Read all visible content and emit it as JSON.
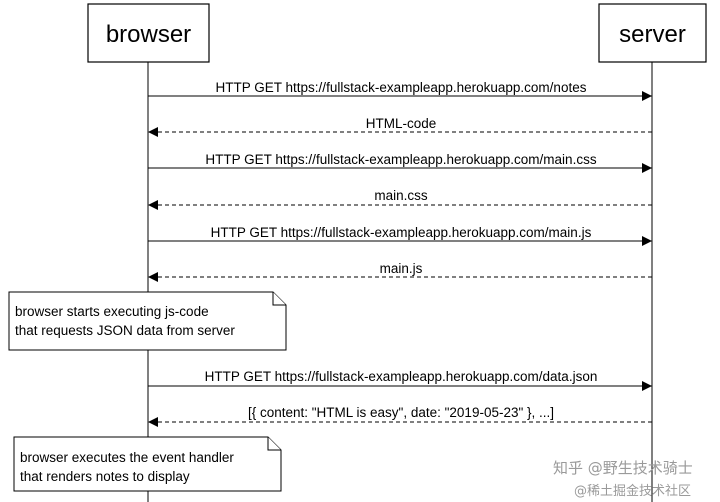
{
  "actors": {
    "browser": "browser",
    "server": "server"
  },
  "messages": [
    {
      "label": "HTTP GET https://fullstack-exampleapp.herokuapp.com/notes",
      "direction": "to-server",
      "style": "solid"
    },
    {
      "label": "HTML-code",
      "direction": "to-browser",
      "style": "dashed"
    },
    {
      "label": "HTTP GET https://fullstack-exampleapp.herokuapp.com/main.css",
      "direction": "to-server",
      "style": "solid"
    },
    {
      "label": "main.css",
      "direction": "to-browser",
      "style": "dashed"
    },
    {
      "label": "HTTP GET https://fullstack-exampleapp.herokuapp.com/main.js",
      "direction": "to-server",
      "style": "solid"
    },
    {
      "label": "main.js",
      "direction": "to-browser",
      "style": "dashed"
    },
    {
      "label": "HTTP GET https://fullstack-exampleapp.herokuapp.com/data.json",
      "direction": "to-server",
      "style": "solid"
    },
    {
      "label": "[{ content: \"HTML is easy\", date: \"2019-05-23\" }, ...]",
      "direction": "to-browser",
      "style": "dashed"
    }
  ],
  "notes": [
    {
      "line1": "browser starts executing js-code",
      "line2": "that requests JSON data from server"
    },
    {
      "line1": "browser executes the event handler",
      "line2": "that renders notes to display"
    }
  ],
  "watermark": {
    "line1": "知乎 @野生技术骑士",
    "line2": "@稀土掘金技术社区"
  },
  "colors": {
    "line": "#000000",
    "background": "#ffffff",
    "watermark": "#9a9a9a"
  }
}
